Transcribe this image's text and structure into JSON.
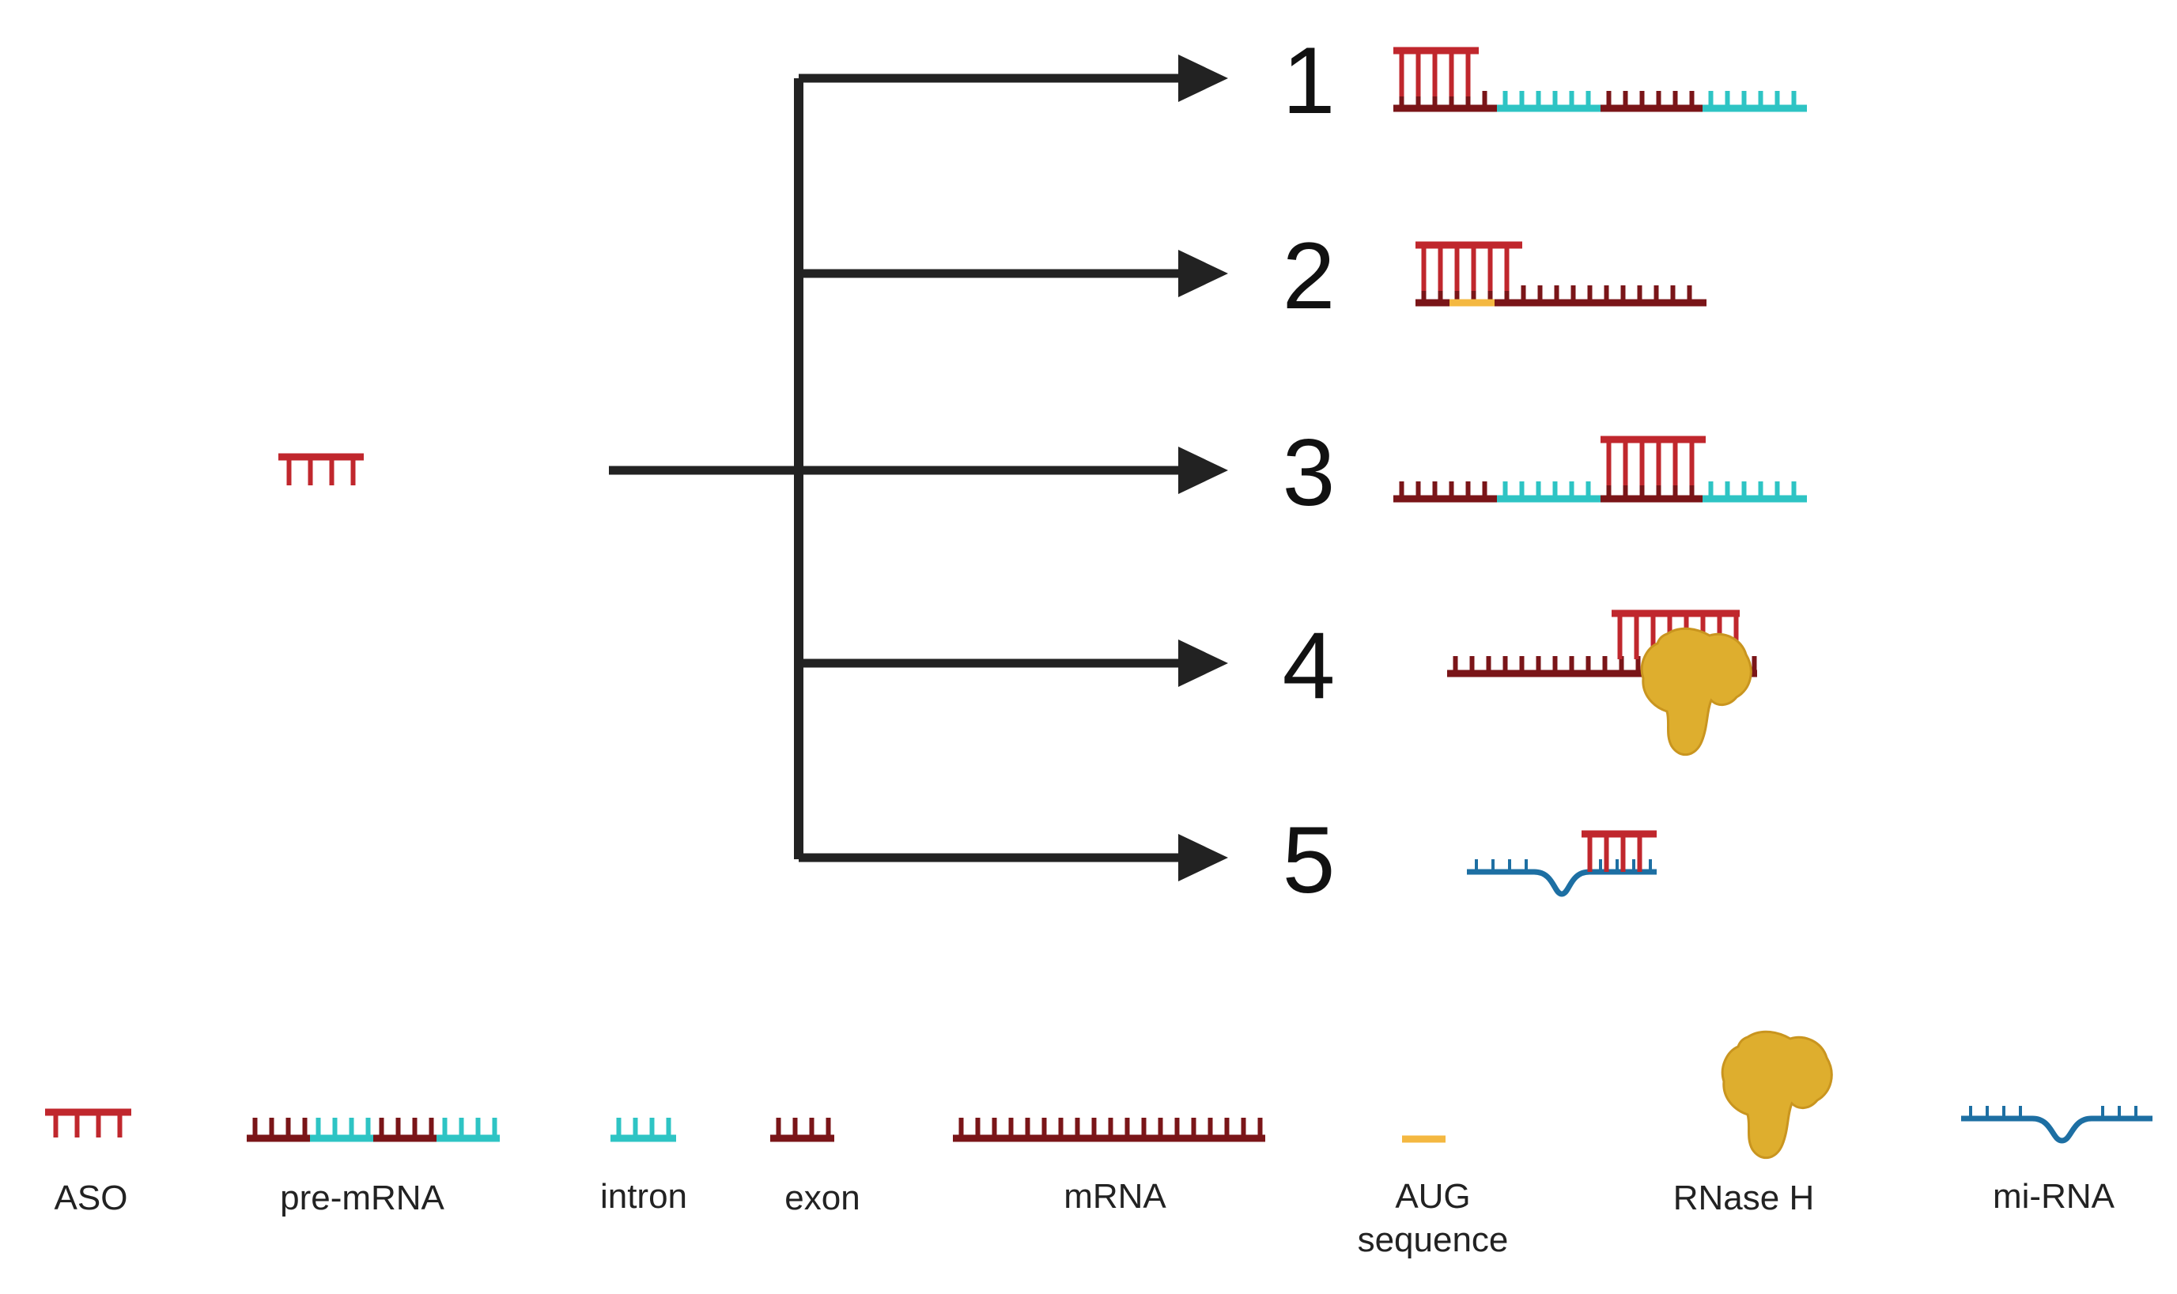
{
  "colors": {
    "aso": "#c0272d",
    "exon": "#7a1518",
    "intron": "#2ec4c4",
    "aug": "#f4b841",
    "rnase": "#deae2e",
    "rnase_edge": "#c9951f",
    "mirna": "#1d6fa3",
    "arrow": "#222222"
  },
  "mechanisms": [
    {
      "number": "1"
    },
    {
      "number": "2"
    },
    {
      "number": "3"
    },
    {
      "number": "4"
    },
    {
      "number": "5"
    }
  ],
  "legend": {
    "aso": "ASO",
    "pre_mrna": "pre-mRNA",
    "intron": "intron",
    "exon": "exon",
    "mrna": "mRNA",
    "aug_line1": "AUG",
    "aug_line2": "sequence",
    "rnase": "RNase H",
    "mirna": "mi-RNA"
  }
}
